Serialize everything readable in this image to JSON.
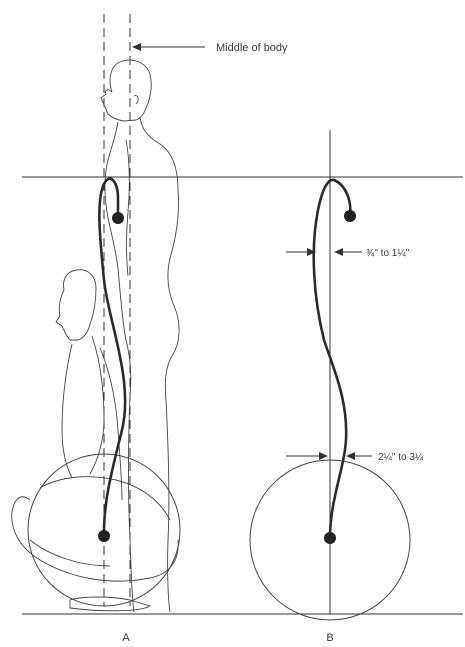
{
  "labels": {
    "middle_of_body": "Middle of body",
    "measure_top": "¾\" to 1¼\"",
    "measure_bottom": "2¼\" to 3¼",
    "panel_a": "A",
    "panel_b": "B"
  },
  "colors": {
    "ink": "#2b2b2b",
    "paper": "#ffffff"
  }
}
